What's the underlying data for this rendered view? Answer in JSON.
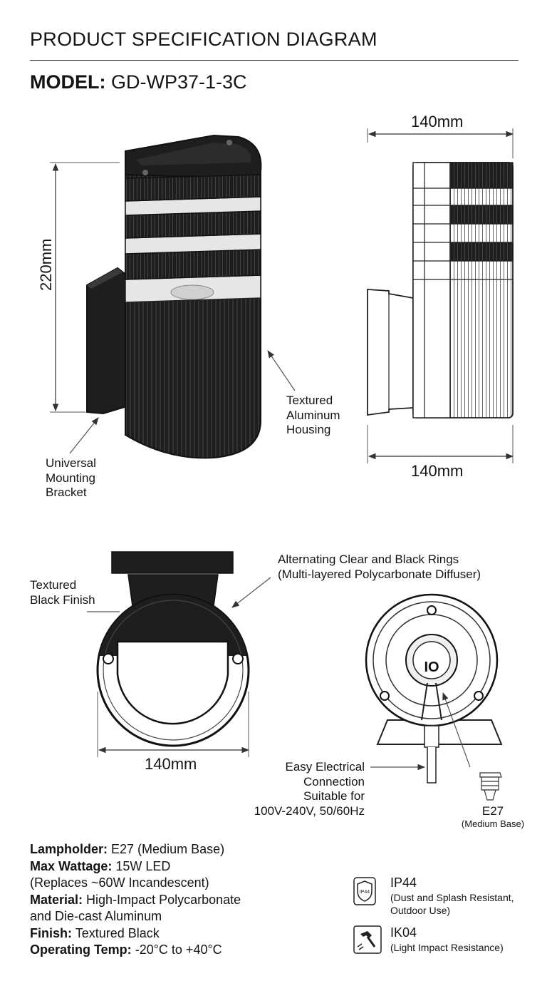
{
  "header": {
    "title": "PRODUCT SPECIFICATION DIAGRAM"
  },
  "model": {
    "label": "MODEL:",
    "value": "GD-WP37-1-3C"
  },
  "dimensions": {
    "height": "220mm",
    "side_top": "140mm",
    "side_bottom": "140mm",
    "top_width": "140mm"
  },
  "callouts": {
    "bracket": [
      "Universal",
      "Mounting",
      "Bracket"
    ],
    "housing": [
      "Textured",
      "Aluminum",
      "Housing"
    ],
    "finish": [
      "Textured",
      "Black Finish"
    ],
    "rings": [
      "Alternating Clear and Black Rings",
      "(Multi-layered Polycarbonate Diffuser)"
    ],
    "electrical": [
      "Easy Electrical",
      "Connection",
      "Suitable for",
      "100V-240V, 50/60Hz"
    ],
    "socket": {
      "title": "E27",
      "sub": "(Medium Base)"
    }
  },
  "specs": [
    {
      "label": "Lampholder:",
      "value": "E27 (Medium Base)"
    },
    {
      "label": "Max Wattage:",
      "value": "15W LED"
    },
    {
      "label": "",
      "value": "(Replaces ~60W Incandescent)"
    },
    {
      "label": "Material:",
      "value": "High-Impact Polycarbonate"
    },
    {
      "label": "",
      "value": "and Die-cast Aluminum"
    },
    {
      "label": "Finish:",
      "value": "Textured Black"
    },
    {
      "label": "Operating Temp:",
      "value": "-20°C to +40°C"
    }
  ],
  "badges": [
    {
      "icon": "shield-icon",
      "icon_text": "IP44",
      "title": "IP44",
      "desc": [
        "(Dust and Splash Resistant,",
        "Outdoor Use)"
      ]
    },
    {
      "icon": "hammer-icon",
      "title": "IK04",
      "desc": [
        "(Light Impact Resistance)"
      ]
    }
  ],
  "colors": {
    "housing": "#1e1e1e",
    "line": "#222222",
    "glass": "#e6e6e6"
  }
}
